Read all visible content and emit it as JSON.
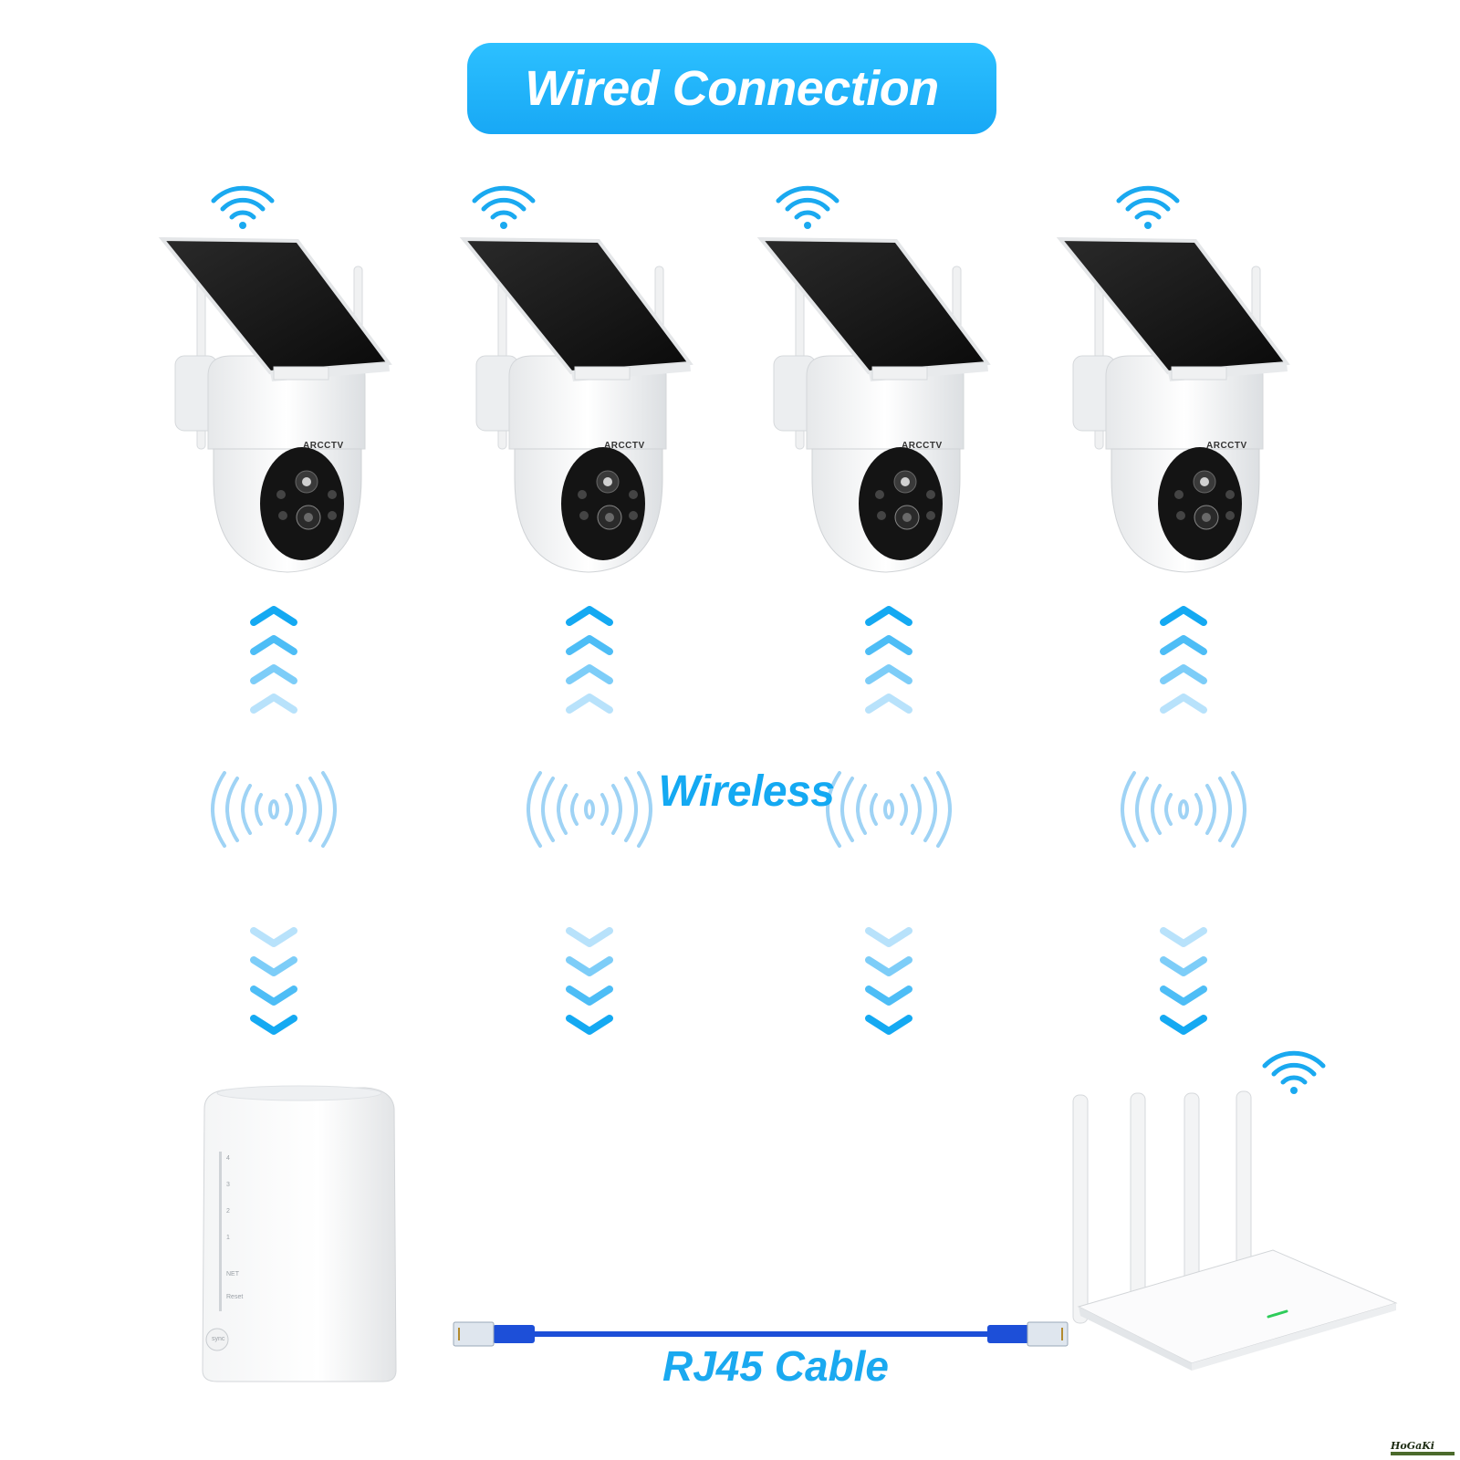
{
  "title": "Wired Connection",
  "wireless_label": "Wireless",
  "cable_label": "RJ45 Cable",
  "camera_brand": "ARCCTV",
  "nvr": {
    "ports": [
      "4",
      "3",
      "2",
      "1"
    ],
    "net_label": "NET",
    "reset_label": "Reset",
    "sync_label": "sync"
  },
  "watermark": "HoGaKi",
  "colors": {
    "title_bg": "#1fb4fb",
    "accent_blue": "#14a9f2",
    "arrow_light": "#b8e2fb",
    "cable_blue": "#1d4fd8"
  },
  "icons": [
    "wifi-icon",
    "signal-wave-icon",
    "chevron-up-icon",
    "chevron-down-icon"
  ]
}
